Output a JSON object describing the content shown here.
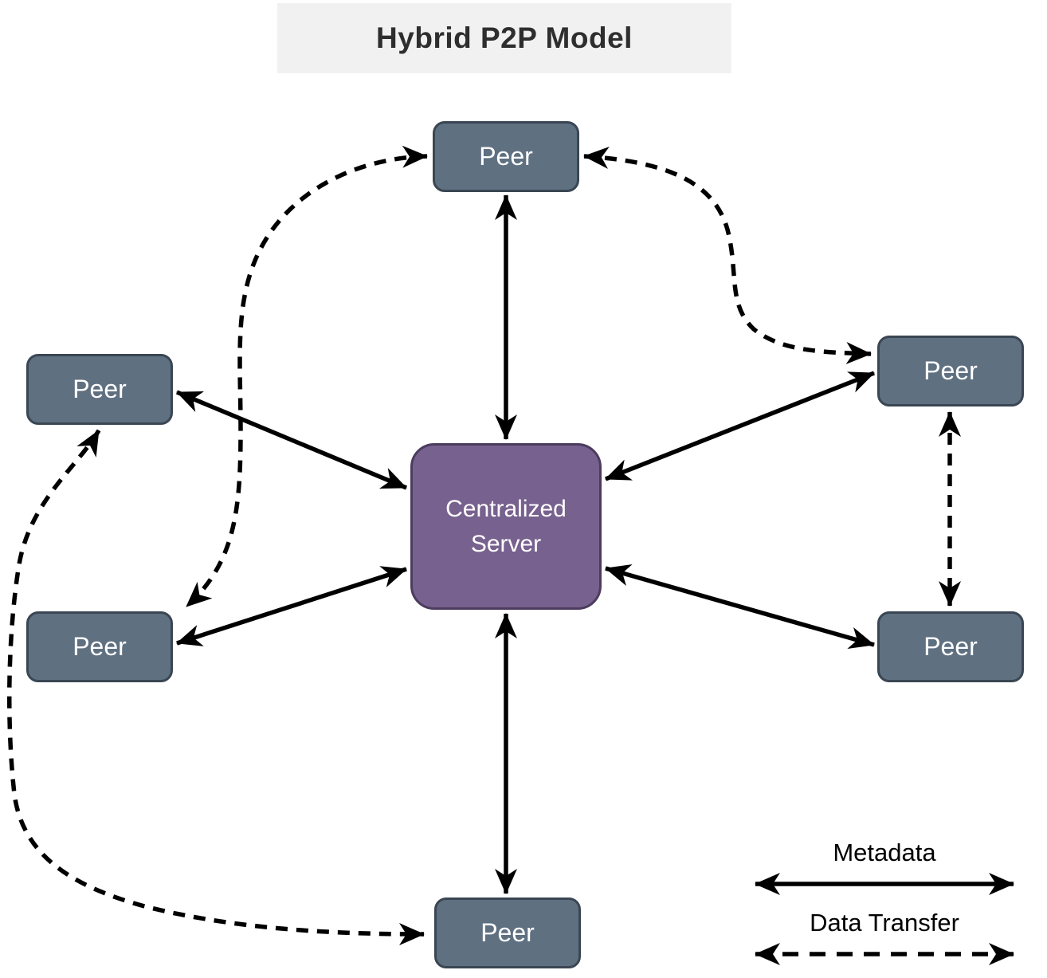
{
  "title": "Hybrid P2P Model",
  "nodes": {
    "server": {
      "label": "Centralized Server"
    },
    "peer_top": {
      "label": "Peer"
    },
    "peer_left_upper": {
      "label": "Peer"
    },
    "peer_left_lower": {
      "label": "Peer"
    },
    "peer_right_upper": {
      "label": "Peer"
    },
    "peer_right_lower": {
      "label": "Peer"
    },
    "peer_bottom": {
      "label": "Peer"
    }
  },
  "edges": {
    "metadata": [
      {
        "from": "peer_top",
        "to": "server",
        "style": "solid",
        "bidirectional": true
      },
      {
        "from": "peer_left_upper",
        "to": "server",
        "style": "solid",
        "bidirectional": true
      },
      {
        "from": "peer_left_lower",
        "to": "server",
        "style": "solid",
        "bidirectional": true
      },
      {
        "from": "peer_right_upper",
        "to": "server",
        "style": "solid",
        "bidirectional": true
      },
      {
        "from": "peer_right_lower",
        "to": "server",
        "style": "solid",
        "bidirectional": true
      },
      {
        "from": "peer_bottom",
        "to": "server",
        "style": "solid",
        "bidirectional": true
      }
    ],
    "data_transfer": [
      {
        "from": "peer_top",
        "to": "peer_left_lower",
        "style": "dashed",
        "bidirectional": true
      },
      {
        "from": "peer_left_upper",
        "to": "peer_bottom",
        "style": "dashed",
        "bidirectional": true
      },
      {
        "from": "peer_top",
        "to": "peer_right_upper",
        "style": "dashed",
        "bidirectional": true
      },
      {
        "from": "peer_right_upper",
        "to": "peer_right_lower",
        "style": "dashed",
        "bidirectional": true
      }
    ]
  },
  "legend": {
    "metadata_label": "Metadata",
    "data_transfer_label": "Data Transfer"
  },
  "colors": {
    "server_fill": "#77618e",
    "server_border": "#4c3c5e",
    "peer_fill": "#5f7081",
    "peer_border": "#3a4653",
    "arrow": "#000000",
    "title_bg": "#f1f1f1",
    "title_text": "#2e2e2e",
    "node_text": "#ffffff"
  }
}
